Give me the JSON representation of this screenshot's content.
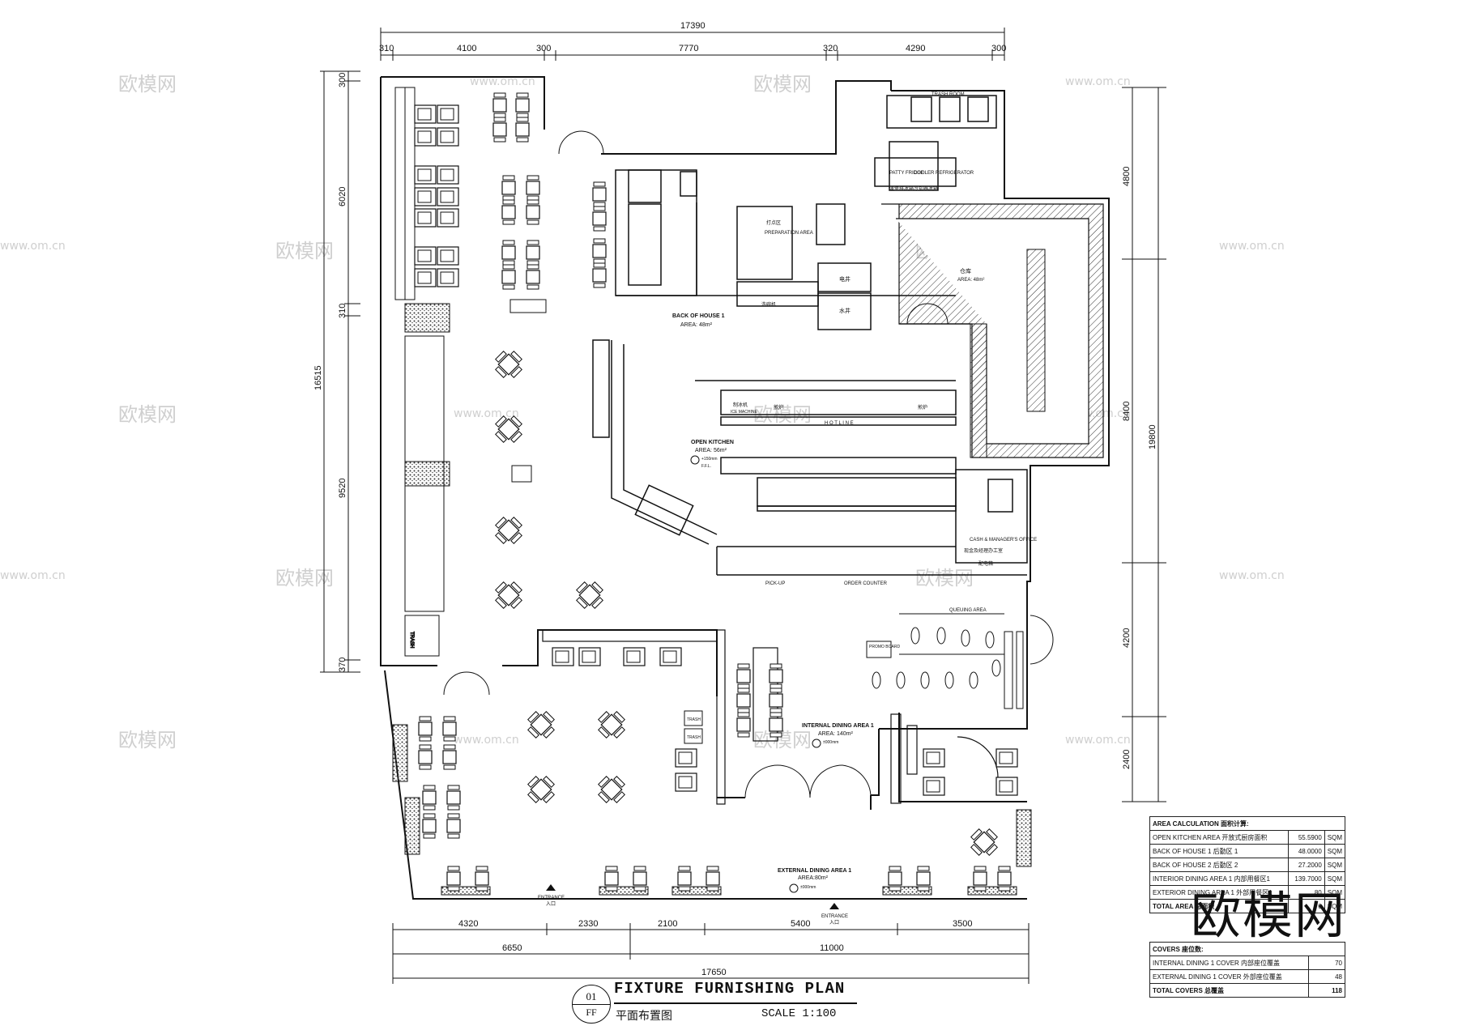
{
  "watermark_text": "欧模网",
  "watermark_url": "www.om.cn",
  "logo_text": "欧模网",
  "dimensions": {
    "top_total": "17390",
    "top_segments": [
      "310",
      "4100",
      "300",
      "7770",
      "320",
      "4290",
      "300"
    ],
    "left_total": "16515",
    "left_segments": [
      "300",
      "6020",
      "310",
      "9520",
      "370"
    ],
    "right_total": "19800",
    "right_segments": [
      "4800",
      "8400",
      "4200",
      "2400"
    ],
    "bottom_row1": [
      "4320",
      "2330",
      "2100",
      "5400",
      "3500"
    ],
    "bottom_row2": [
      "6650",
      "11000"
    ],
    "bottom_total": "17650"
  },
  "rooms": {
    "trash_room": "TRASH ROOM",
    "patty_fridge": "PATTY FRIDGE",
    "patty_fridge_cn": "漢堡排冰箱",
    "cooler": "COOLER REFRIGERATOR",
    "cooler_cn": "冷却器冰箱",
    "prep_cn": "打点区",
    "prep": "PREPARATION AREA",
    "warehouse_cn": "仓库",
    "warehouse_area": "AREA: 48m²",
    "elec": "电井",
    "water": "水井",
    "boh1": "BACK OF HOUSE 1",
    "boh1_area": "AREA: 48m²",
    "ice_cn": "制冰机",
    "ice": "ICE MACHINE",
    "fryer1": "煎炉",
    "fryer2": "煎炉",
    "hot_line": "H O T  L I N E",
    "open_kitchen": "OPEN KITCHEN",
    "open_kitchen_area": "AREA: 56m²",
    "ffl1": "+150mm",
    "ffl_label": "F.F.L.",
    "cash": "CASH & MANAGER'S OFFICE",
    "cash_cn": "现金及经理办工室",
    "power_cn": "配电箱",
    "pickup": "PICK-UP",
    "order_counter": "ORDER COUNTER",
    "queuing": "QUEUING AREA",
    "promo": "PROMO BOARD",
    "trash_left": "TRASH",
    "trash_a": "TRASH",
    "trash_b": "TRASH",
    "internal_dining": "INTERNAL DINING AREA 1",
    "internal_area": "AREA: 140m²",
    "ffl2": "±000mm",
    "external_dining": "EXTERNAL DINING AREA 1",
    "external_area": "AREA:80m²",
    "ffl3": "±000mm",
    "entrance": "ENTRANCE",
    "entrance_cn": "入口",
    "dishwasher_cn": "洗碗机"
  },
  "area_table": {
    "header": "AREA CALCULATION 面积计算:",
    "rows": [
      {
        "label": "OPEN KITCHEN AREA 开放式厨房面积",
        "value": "55.5900",
        "unit": "SQM"
      },
      {
        "label": "BACK OF HOUSE 1 后勤区 1",
        "value": "48.0000",
        "unit": "SQM"
      },
      {
        "label": "BACK OF HOUSE 2 后勤区 2",
        "value": "27.2000",
        "unit": "SQM"
      },
      {
        "label": "INTERIOR DINING AREA 1 内部用餐区1",
        "value": "139.7000",
        "unit": "SQM"
      },
      {
        "label": "EXTERIOR DINING AREA 1 外部用餐区1",
        "value": "80",
        "unit": "SQM"
      },
      {
        "label": "TOTAL AREA 总面积",
        "value": "0",
        "unit": "SQM"
      }
    ]
  },
  "covers_table": {
    "header": "COVERS 座位数:",
    "rows": [
      {
        "label": "INTERNAL DINING 1 COVER 内部座位覆盖",
        "value": "70"
      },
      {
        "label": "EXTERNAL DINING 1 COVER 外部座位覆盖",
        "value": "48"
      },
      {
        "label": "TOTAL COVERS 总覆盖",
        "value": "118"
      }
    ]
  },
  "title_block": {
    "number": "01",
    "code": "FF",
    "title": "FIXTURE FURNISHING PLAN",
    "subtitle": "平面布置图",
    "scale": "SCALE  1:100"
  }
}
